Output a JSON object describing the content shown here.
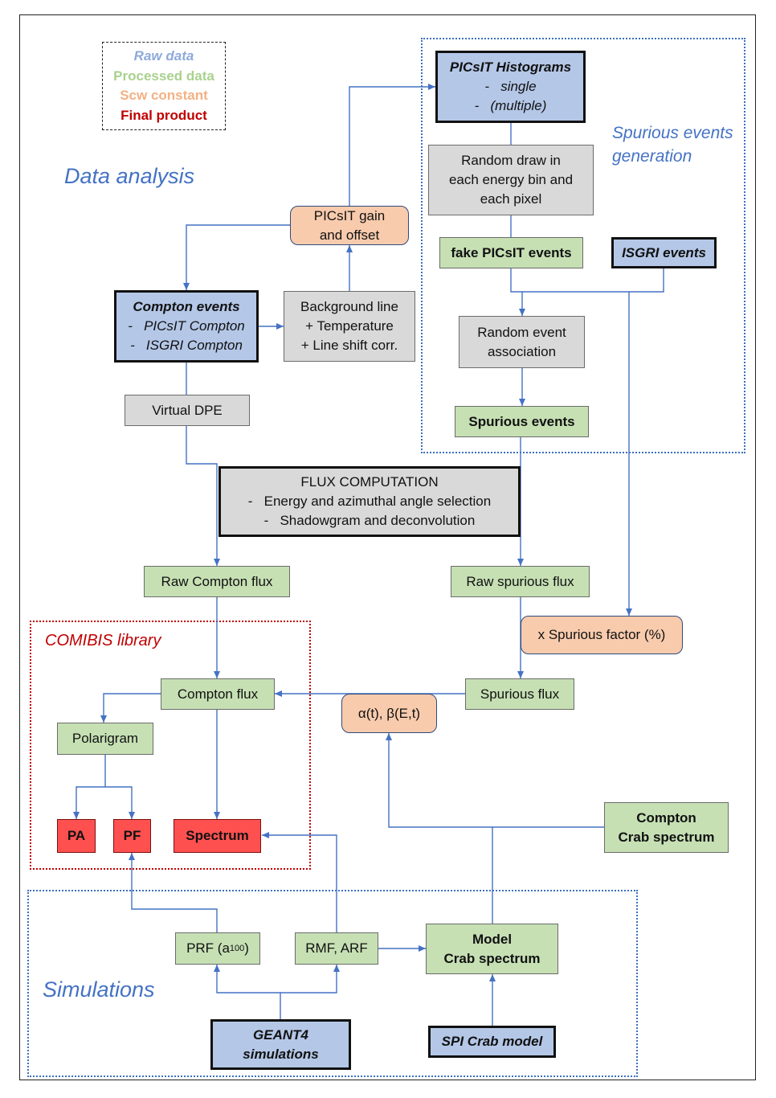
{
  "colors": {
    "raw": "#b4c7e7",
    "processed": "#c6e0b4",
    "scw": "#f8cbad",
    "final": "#ff5050",
    "gray": "#d9d9d9",
    "arrow": "#4472c4",
    "region_blue": "#3b6fc1",
    "region_red": "#c00000"
  },
  "legend": {
    "raw": "Raw data",
    "processed": "Processed data",
    "scw": "Scw constant",
    "final": "Final product"
  },
  "regions": {
    "data_analysis": "Data analysis",
    "spurious_1": "Spurious events",
    "spurious_2": "generation",
    "comibis": "COMIBIS library",
    "simulations": "Simulations"
  },
  "nodes": {
    "picsit_hist": {
      "title": "PICsIT Histograms",
      "items": [
        "-   single",
        "-   (multiple)"
      ]
    },
    "random_draw": [
      "Random draw in",
      "each energy bin and",
      "each pixel"
    ],
    "fake_picsit": "fake PICsIT events",
    "isgri_events": "ISGRI events",
    "picsit_gain": [
      "PICsIT gain",
      "and offset"
    ],
    "compton_events": {
      "title": "Compton events",
      "items": [
        "-   PICsIT Compton",
        "-   ISGRI Compton"
      ]
    },
    "background": [
      "Background line",
      "+ Temperature",
      "+ Line shift corr."
    ],
    "random_assoc": [
      "Random event",
      "association"
    ],
    "spurious_events": "Spurious events",
    "virtual_dpe": "Virtual DPE",
    "flux_computation": {
      "title": "FLUX COMPUTATION",
      "items": [
        "-   Energy and azimuthal angle selection",
        "-   Shadowgram and deconvolution"
      ]
    },
    "raw_compton_flux": "Raw Compton flux",
    "raw_spurious_flux": "Raw spurious flux",
    "spurious_factor": "x Spurious factor (%)",
    "compton_flux": "Compton flux",
    "spurious_flux": "Spurious flux",
    "alpha_beta": "α(t), β(E,t)",
    "polarigram": "Polarigram",
    "pa": "PA",
    "pf": "PF",
    "spectrum": "Spectrum",
    "compton_crab": [
      "Compton",
      "Crab spectrum"
    ],
    "prf": "PRF (a",
    "prf_sub": "100",
    "prf_end": ")",
    "rmf_arf": "RMF, ARF",
    "model_crab": [
      "Model",
      "Crab spectrum"
    ],
    "geant4": [
      "GEANT4",
      "simulations"
    ],
    "spi_crab": "SPI Crab model"
  }
}
